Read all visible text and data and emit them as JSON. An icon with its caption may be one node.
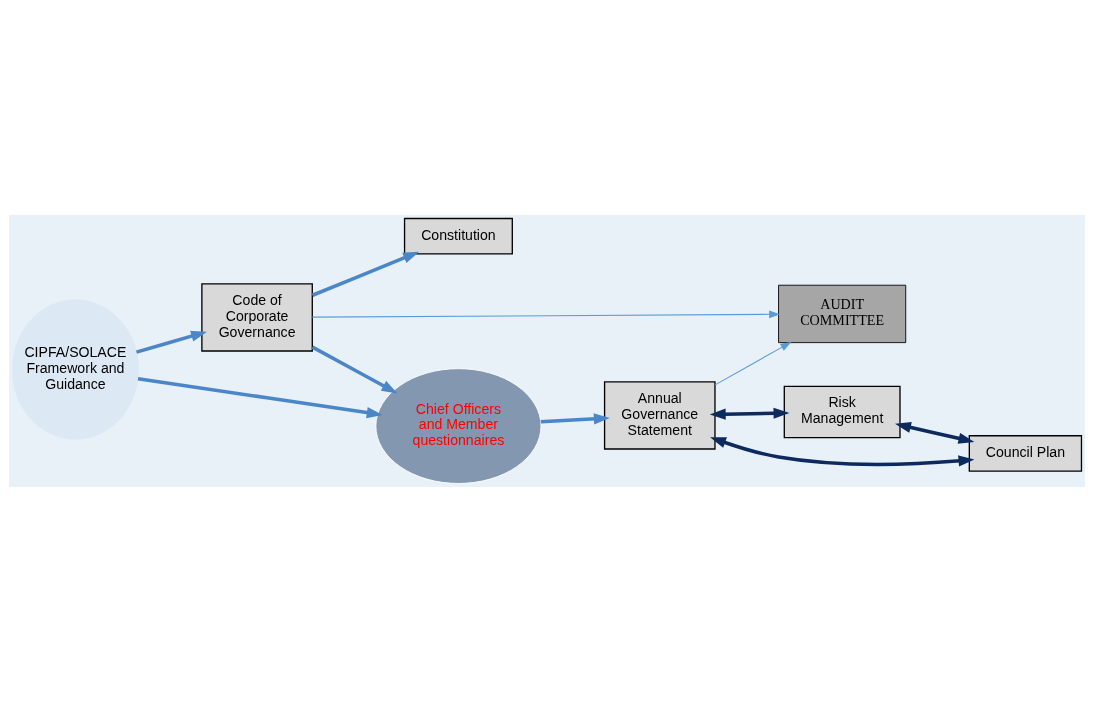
{
  "diagram": {
    "nodes": [
      {
        "text": [
          "CIPFA/SOLACE Framework and Guidance"
        ]
      },
      {
        "text": [
          "Code of Corporate Governance"
        ]
      },
      {
        "text": [
          "Constitution"
        ]
      },
      {
        "text": [
          "Risk Management"
        ]
      },
      {
        "text": [
          "AUDIT COMMITTEE"
        ]
      },
      {
        "text": [
          "Chief Officers and Member questionnaires"
        ]
      },
      {
        "text": [
          "Annual Governance Statement"
        ]
      },
      {
        "text": [
          "Council Plan"
        ]
      }
    ],
    "edges": [
      {
        "from": 0,
        "to": 1,
        "arrow": "to"
      },
      {
        "from": 1,
        "to": 2,
        "arrow": "to"
      },
      {
        "from": 0,
        "to": 5,
        "arrow": "to"
      },
      {
        "from": 1,
        "to": 5,
        "arrow": "to"
      },
      {
        "from": 1,
        "to": 4,
        "arrow": "to",
        "color": "#5b9bd5"
      },
      {
        "from": 6,
        "to": 4,
        "arrow": "to",
        "color": "#5b9bd5"
      },
      {
        "from": 5,
        "to": 6,
        "arrow": "to"
      },
      {
        "from": 6,
        "to": 3,
        "arrow": "both",
        "color": "#0d2a5e"
      },
      {
        "from": 3,
        "to": 7,
        "arrow": "both",
        "color": "#0d2a5e"
      },
      {
        "from": 6,
        "to": 7,
        "arrow": "both",
        "color": "#0d2a5e"
      }
    ]
  }
}
